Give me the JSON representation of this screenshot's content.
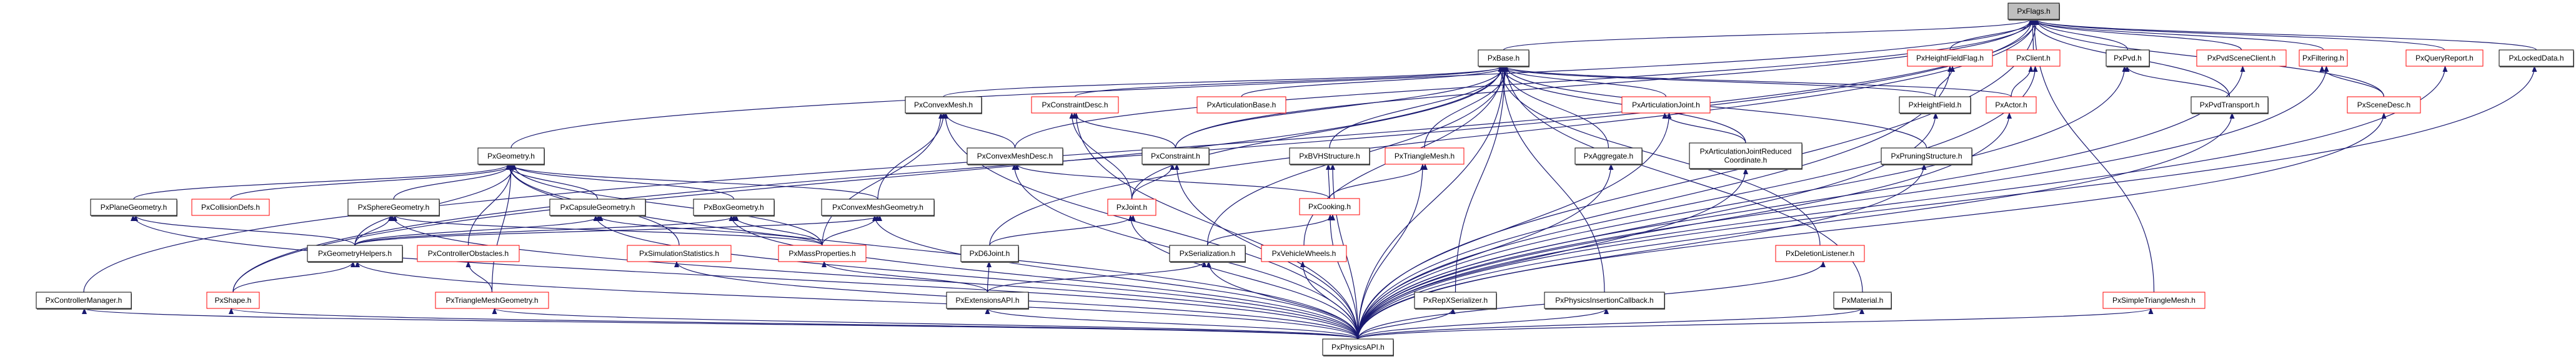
{
  "title": "PxFlags.h include dependency graph",
  "colors": {
    "edge": "#191970",
    "documented_border": "#000000",
    "undocumented_border": "#ff0000",
    "root_fill": "#bfbfbf"
  },
  "nodes": [
    {
      "id": "PxFlags",
      "label": "PxFlags.h",
      "style": "root"
    },
    {
      "id": "PxBase",
      "label": "PxBase.h",
      "style": "black"
    },
    {
      "id": "PxHeightFieldFlag",
      "label": "PxHeightFieldFlag.h",
      "style": "red"
    },
    {
      "id": "PxClient",
      "label": "PxClient.h",
      "style": "red"
    },
    {
      "id": "PxPvd",
      "label": "PxPvd.h",
      "style": "black"
    },
    {
      "id": "PxPvdSceneClient",
      "label": "PxPvdSceneClient.h",
      "style": "red"
    },
    {
      "id": "PxFiltering",
      "label": "PxFiltering.h",
      "style": "red"
    },
    {
      "id": "PxQueryReport",
      "label": "PxQueryReport.h",
      "style": "red"
    },
    {
      "id": "PxLockedData",
      "label": "PxLockedData.h",
      "style": "black"
    },
    {
      "id": "PxConvexMesh",
      "label": "PxConvexMesh.h",
      "style": "black"
    },
    {
      "id": "PxConstraintDesc",
      "label": "PxConstraintDesc.h",
      "style": "red"
    },
    {
      "id": "PxArticulationBase",
      "label": "PxArticulationBase.h",
      "style": "red"
    },
    {
      "id": "PxArticulationJoint",
      "label": "PxArticulationJoint.h",
      "style": "red"
    },
    {
      "id": "PxHeightField",
      "label": "PxHeightField.h",
      "style": "black"
    },
    {
      "id": "PxActor",
      "label": "PxActor.h",
      "style": "red"
    },
    {
      "id": "PxPvdTransport",
      "label": "PxPvdTransport.h",
      "style": "black"
    },
    {
      "id": "PxSceneDesc",
      "label": "PxSceneDesc.h",
      "style": "red"
    },
    {
      "id": "PxGeometry",
      "label": "PxGeometry.h",
      "style": "black"
    },
    {
      "id": "PxConvexMeshDesc",
      "label": "PxConvexMeshDesc.h",
      "style": "black"
    },
    {
      "id": "PxConstraint",
      "label": "PxConstraint.h",
      "style": "black"
    },
    {
      "id": "PxBVHStructure",
      "label": "PxBVHStructure.h",
      "style": "black"
    },
    {
      "id": "PxTriangleMesh",
      "label": "PxTriangleMesh.h",
      "style": "red"
    },
    {
      "id": "PxAggregate",
      "label": "PxAggregate.h",
      "style": "black"
    },
    {
      "id": "PxArticulationJointReducedCoordinate",
      "label": "PxArticulationJointReduced\nCoordinate.h",
      "style": "black"
    },
    {
      "id": "PxPruningStructure",
      "label": "PxPruningStructure.h",
      "style": "black"
    },
    {
      "id": "PxPlaneGeometry",
      "label": "PxPlaneGeometry.h",
      "style": "black"
    },
    {
      "id": "PxCollisionDefs",
      "label": "PxCollisionDefs.h",
      "style": "red"
    },
    {
      "id": "PxSphereGeometry",
      "label": "PxSphereGeometry.h",
      "style": "black"
    },
    {
      "id": "PxCapsuleGeometry",
      "label": "PxCapsuleGeometry.h",
      "style": "black"
    },
    {
      "id": "PxBoxGeometry",
      "label": "PxBoxGeometry.h",
      "style": "black"
    },
    {
      "id": "PxConvexMeshGeometry",
      "label": "PxConvexMeshGeometry.h",
      "style": "black"
    },
    {
      "id": "PxJoint",
      "label": "PxJoint.h",
      "style": "red"
    },
    {
      "id": "PxCooking",
      "label": "PxCooking.h",
      "style": "red"
    },
    {
      "id": "PxGeometryHelpers",
      "label": "PxGeometryHelpers.h",
      "style": "black"
    },
    {
      "id": "PxControllerObstacles",
      "label": "PxControllerObstacles.h",
      "style": "red"
    },
    {
      "id": "PxSimulationStatistics",
      "label": "PxSimulationStatistics.h",
      "style": "red"
    },
    {
      "id": "PxMassProperties",
      "label": "PxMassProperties.h",
      "style": "red"
    },
    {
      "id": "PxD6Joint",
      "label": "PxD6Joint.h",
      "style": "black"
    },
    {
      "id": "PxSerialization",
      "label": "PxSerialization.h",
      "style": "black"
    },
    {
      "id": "PxVehicleWheels",
      "label": "PxVehicleWheels.h",
      "style": "red"
    },
    {
      "id": "PxDeletionListener",
      "label": "PxDeletionListener.h",
      "style": "red"
    },
    {
      "id": "PxControllerManager",
      "label": "PxControllerManager.h",
      "style": "black"
    },
    {
      "id": "PxShape",
      "label": "PxShape.h",
      "style": "red"
    },
    {
      "id": "PxTriangleMeshGeometry",
      "label": "PxTriangleMeshGeometry.h",
      "style": "red"
    },
    {
      "id": "PxExtensionsAPI",
      "label": "PxExtensionsAPI.h",
      "style": "black"
    },
    {
      "id": "PxRepXSerializer",
      "label": "PxRepXSerializer.h",
      "style": "black"
    },
    {
      "id": "PxPhysicsInsertionCallback",
      "label": "PxPhysicsInsertionCallback.h",
      "style": "black"
    },
    {
      "id": "PxMaterial",
      "label": "PxMaterial.h",
      "style": "black"
    },
    {
      "id": "PxSimpleTriangleMesh",
      "label": "PxSimpleTriangleMesh.h",
      "style": "red"
    },
    {
      "id": "PxPhysicsAPI",
      "label": "PxPhysicsAPI.h",
      "style": "black"
    }
  ],
  "edges": [
    [
      "PxBase",
      "PxFlags"
    ],
    [
      "PxHeightFieldFlag",
      "PxFlags"
    ],
    [
      "PxClient",
      "PxFlags"
    ],
    [
      "PxPvd",
      "PxFlags"
    ],
    [
      "PxPvdSceneClient",
      "PxFlags"
    ],
    [
      "PxFiltering",
      "PxFlags"
    ],
    [
      "PxQueryReport",
      "PxFlags"
    ],
    [
      "PxLockedData",
      "PxFlags"
    ],
    [
      "PxGeometry",
      "PxFlags"
    ],
    [
      "PxControllerManager",
      "PxFlags"
    ],
    [
      "PxConvexMeshDesc",
      "PxFlags"
    ],
    [
      "PxConstraint",
      "PxFlags"
    ],
    [
      "PxD6Joint",
      "PxFlags"
    ],
    [
      "PxPvdTransport",
      "PxFlags"
    ],
    [
      "PxSceneDesc",
      "PxFlags"
    ],
    [
      "PxSimpleTriangleMesh",
      "PxFlags"
    ],
    [
      "PxShape",
      "PxFlags"
    ],
    [
      "PxPhysicsAPI",
      "PxFlags"
    ],
    [
      "PxConvexMesh",
      "PxBase"
    ],
    [
      "PxConstraintDesc",
      "PxBase"
    ],
    [
      "PxArticulationBase",
      "PxBase"
    ],
    [
      "PxArticulationJoint",
      "PxBase"
    ],
    [
      "PxHeightField",
      "PxBase"
    ],
    [
      "PxActor",
      "PxBase"
    ],
    [
      "PxBVHStructure",
      "PxBase"
    ],
    [
      "PxTriangleMesh",
      "PxBase"
    ],
    [
      "PxAggregate",
      "PxBase"
    ],
    [
      "PxArticulationJointReducedCoordinate",
      "PxBase"
    ],
    [
      "PxPruningStructure",
      "PxBase"
    ],
    [
      "PxConstraint",
      "PxBase"
    ],
    [
      "PxJoint",
      "PxBase"
    ],
    [
      "PxSerialization",
      "PxBase"
    ],
    [
      "PxVehicleWheels",
      "PxBase"
    ],
    [
      "PxDeletionListener",
      "PxBase"
    ],
    [
      "PxRepXSerializer",
      "PxBase"
    ],
    [
      "PxPhysicsInsertionCallback",
      "PxBase"
    ],
    [
      "PxMaterial",
      "PxBase"
    ],
    [
      "PxPhysicsAPI",
      "PxBase"
    ],
    [
      "PxShape",
      "PxBase"
    ],
    [
      "PxHeightField",
      "PxHeightFieldFlag"
    ],
    [
      "PxPhysicsAPI",
      "PxHeightFieldFlag"
    ],
    [
      "PxActor",
      "PxClient"
    ],
    [
      "PxPhysicsAPI",
      "PxClient"
    ],
    [
      "PxPvdTransport",
      "PxPvd"
    ],
    [
      "PxPhysicsAPI",
      "PxPvd"
    ],
    [
      "PxPhysicsAPI",
      "PxPvdSceneClient"
    ],
    [
      "PxSceneDesc",
      "PxFiltering"
    ],
    [
      "PxPhysicsAPI",
      "PxFiltering"
    ],
    [
      "PxPhysicsAPI",
      "PxQueryReport"
    ],
    [
      "PxPhysicsAPI",
      "PxLockedData"
    ],
    [
      "PxConvexMeshDesc",
      "PxConvexMesh"
    ],
    [
      "PxConvexMeshGeometry",
      "PxConvexMesh"
    ],
    [
      "PxMassProperties",
      "PxConvexMesh"
    ],
    [
      "PxPhysicsAPI",
      "PxConvexMesh"
    ],
    [
      "PxConstraint",
      "PxConstraintDesc"
    ],
    [
      "PxJoint",
      "PxConstraintDesc"
    ],
    [
      "PxPhysicsAPI",
      "PxConstraintDesc"
    ],
    [
      "PxArticulationJointReducedCoordinate",
      "PxArticulationJoint"
    ],
    [
      "PxPhysicsAPI",
      "PxArticulationJoint"
    ],
    [
      "PxPhysicsAPI",
      "PxHeightField"
    ],
    [
      "PxPhysicsAPI",
      "PxActor"
    ],
    [
      "PxPhysicsAPI",
      "PxPvdTransport"
    ],
    [
      "PxPhysicsAPI",
      "PxSceneDesc"
    ],
    [
      "PxPlaneGeometry",
      "PxGeometry"
    ],
    [
      "PxCollisionDefs",
      "PxGeometry"
    ],
    [
      "PxSphereGeometry",
      "PxGeometry"
    ],
    [
      "PxCapsuleGeometry",
      "PxGeometry"
    ],
    [
      "PxBoxGeometry",
      "PxGeometry"
    ],
    [
      "PxConvexMeshGeometry",
      "PxGeometry"
    ],
    [
      "PxGeometryHelpers",
      "PxGeometry"
    ],
    [
      "PxControllerObstacles",
      "PxGeometry"
    ],
    [
      "PxSimulationStatistics",
      "PxGeometry"
    ],
    [
      "PxMassProperties",
      "PxGeometry"
    ],
    [
      "PxTriangleMeshGeometry",
      "PxGeometry"
    ],
    [
      "PxPhysicsAPI",
      "PxGeometry"
    ],
    [
      "PxCooking",
      "PxConvexMeshDesc"
    ],
    [
      "PxPhysicsAPI",
      "PxConvexMeshDesc"
    ],
    [
      "PxJoint",
      "PxConstraint"
    ],
    [
      "PxPhysicsAPI",
      "PxConstraint"
    ],
    [
      "PxCooking",
      "PxBVHStructure"
    ],
    [
      "PxPhysicsAPI",
      "PxBVHStructure"
    ],
    [
      "PxCooking",
      "PxTriangleMesh"
    ],
    [
      "PxPhysicsAPI",
      "PxTriangleMesh"
    ],
    [
      "PxPhysicsAPI",
      "PxAggregate"
    ],
    [
      "PxPhysicsAPI",
      "PxArticulationJointReducedCoordinate"
    ],
    [
      "PxPhysicsAPI",
      "PxPruningStructure"
    ],
    [
      "PxGeometryHelpers",
      "PxPlaneGeometry"
    ],
    [
      "PxPhysicsAPI",
      "PxPlaneGeometry"
    ],
    [
      "PxGeometryHelpers",
      "PxSphereGeometry"
    ],
    [
      "PxMassProperties",
      "PxSphereGeometry"
    ],
    [
      "PxPhysicsAPI",
      "PxSphereGeometry"
    ],
    [
      "PxGeometryHelpers",
      "PxCapsuleGeometry"
    ],
    [
      "PxMassProperties",
      "PxCapsuleGeometry"
    ],
    [
      "PxPhysicsAPI",
      "PxCapsuleGeometry"
    ],
    [
      "PxGeometryHelpers",
      "PxBoxGeometry"
    ],
    [
      "PxMassProperties",
      "PxBoxGeometry"
    ],
    [
      "PxPhysicsAPI",
      "PxBoxGeometry"
    ],
    [
      "PxGeometryHelpers",
      "PxConvexMeshGeometry"
    ],
    [
      "PxMassProperties",
      "PxConvexMeshGeometry"
    ],
    [
      "PxPhysicsAPI",
      "PxConvexMeshGeometry"
    ],
    [
      "PxD6Joint",
      "PxJoint"
    ],
    [
      "PxPhysicsAPI",
      "PxJoint"
    ],
    [
      "PxSerialization",
      "PxCooking"
    ],
    [
      "PxPhysicsAPI",
      "PxCooking"
    ],
    [
      "PxShape",
      "PxGeometryHelpers"
    ],
    [
      "PxPhysicsAPI",
      "PxGeometryHelpers"
    ],
    [
      "PxTriangleMeshGeometry",
      "PxControllerObstacles"
    ],
    [
      "PxPhysicsAPI",
      "PxSimulationStatistics"
    ],
    [
      "PxExtensionsAPI",
      "PxMassProperties"
    ],
    [
      "PxExtensionsAPI",
      "PxD6Joint"
    ],
    [
      "PxExtensionsAPI",
      "PxSerialization"
    ],
    [
      "PxPhysicsAPI",
      "PxSerialization"
    ],
    [
      "PxPhysicsAPI",
      "PxVehicleWheels"
    ],
    [
      "PxPhysicsAPI",
      "PxDeletionListener"
    ],
    [
      "PxPhysicsAPI",
      "PxControllerManager"
    ],
    [
      "PxPhysicsAPI",
      "PxShape"
    ],
    [
      "PxPhysicsAPI",
      "PxTriangleMeshGeometry"
    ],
    [
      "PxPhysicsAPI",
      "PxExtensionsAPI"
    ],
    [
      "PxPhysicsAPI",
      "PxRepXSerializer"
    ],
    [
      "PxPhysicsAPI",
      "PxPhysicsInsertionCallback"
    ],
    [
      "PxPhysicsAPI",
      "PxMaterial"
    ],
    [
      "PxPhysicsAPI",
      "PxSimpleTriangleMesh"
    ]
  ]
}
